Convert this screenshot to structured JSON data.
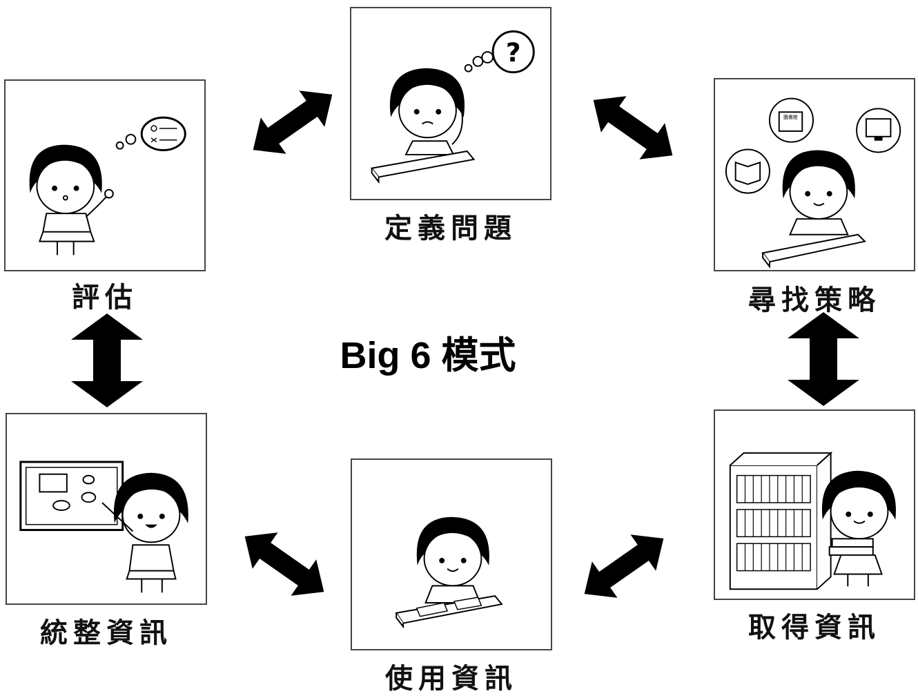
{
  "title": "Big 6  模式",
  "steps": [
    {
      "label": "定義問題"
    },
    {
      "label": "尋找策略"
    },
    {
      "label": "取得資訊"
    },
    {
      "label": "使用資訊"
    },
    {
      "label": "統整資訊"
    },
    {
      "label": "評估"
    }
  ],
  "icons": {
    "think_bubble_question": "?",
    "library_sign": "圖書館"
  }
}
